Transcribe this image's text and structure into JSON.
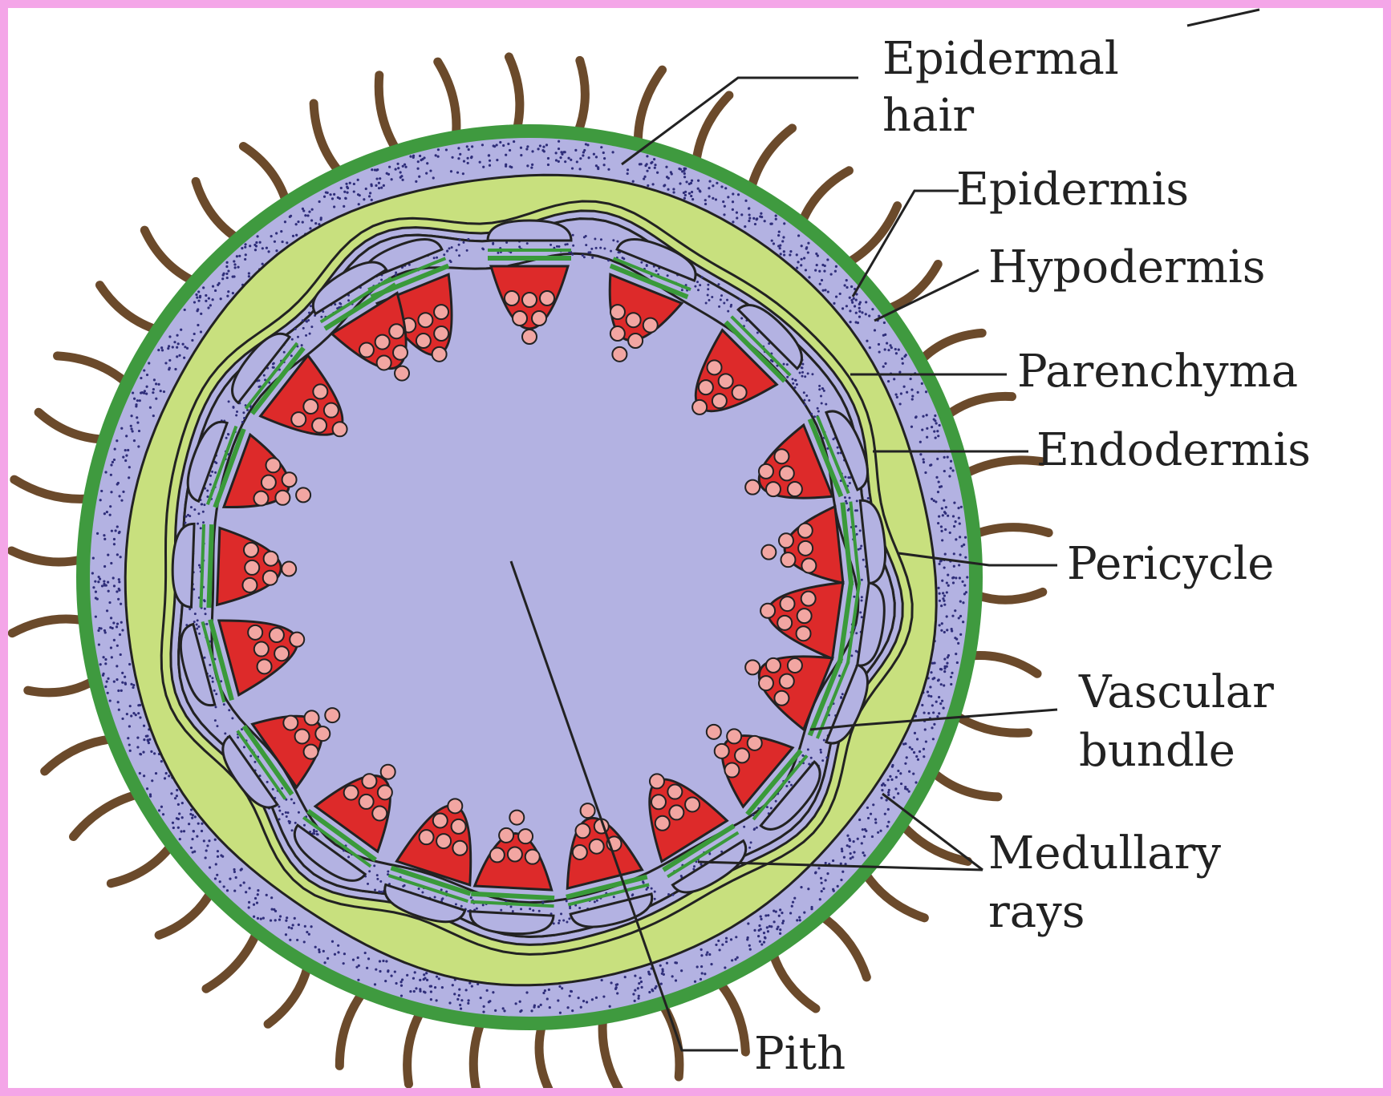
{
  "labels": {
    "epidermal_hair_1": "Epidermal",
    "epidermal_hair_2": "hair",
    "epidermis": "Epidermis",
    "hypodermis": "Hypodermis",
    "parenchyma": "Parenchyma",
    "endodermis": "Endodermis",
    "pericycle": "Pericycle",
    "vascular_bundle_1": "Vascular",
    "vascular_bundle_2": "bundle",
    "medullary_rays_1": "Medullary",
    "medullary_rays_2": "rays",
    "pith": "Pith"
  },
  "colors": {
    "frame": "#f4a6e8",
    "epidermis": "#3f9a3f",
    "hypodermis": "#b3b2e2",
    "stipple": "#2f2e7a",
    "parenchyma": "#c8e07e",
    "phloem_band": "#3a9a3a",
    "xylem_region": "#dd2a2a",
    "xylem_vessel": "#f2a6a2",
    "hair": "#6b4a2b"
  }
}
